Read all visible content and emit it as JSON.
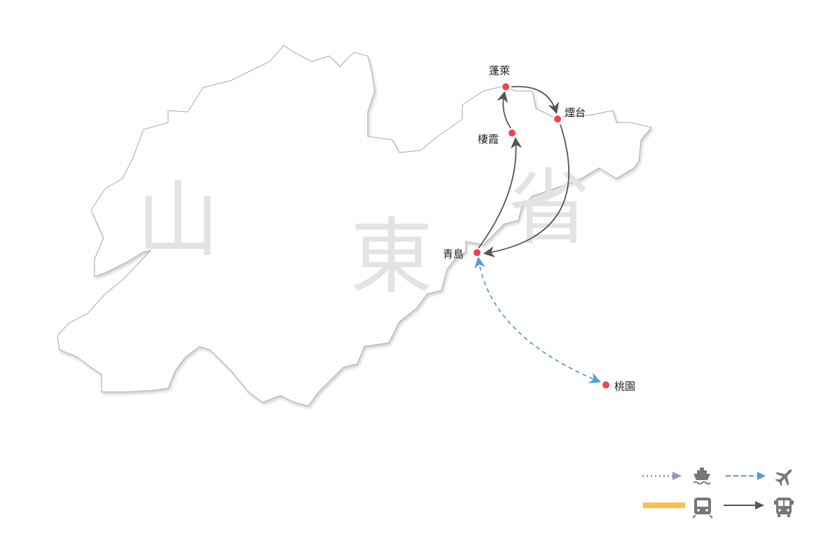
{
  "map": {
    "region_chars": [
      "山",
      "東",
      "省"
    ],
    "cities": [
      {
        "name": "蓬萊"
      },
      {
        "name": "煙台"
      },
      {
        "name": "棲霞"
      },
      {
        "name": "青島"
      },
      {
        "name": "桃園"
      }
    ],
    "routes": [
      {
        "from": "青島",
        "to": "棲霞",
        "mode": "bus"
      },
      {
        "from": "棲霞",
        "to": "蓬萊",
        "mode": "bus"
      },
      {
        "from": "蓬萊",
        "to": "煙台",
        "mode": "bus"
      },
      {
        "from": "煙台",
        "to": "青島",
        "mode": "bus"
      },
      {
        "from": "桃園",
        "to": "青島",
        "mode": "flight",
        "bidirectional": true
      }
    ]
  },
  "legend": [
    {
      "mode": "ship",
      "icon": "ship-icon",
      "line": "dotted",
      "color": "#9b8fc9"
    },
    {
      "mode": "flight",
      "icon": "airplane-icon",
      "line": "dashed",
      "color": "#5b9bd5"
    },
    {
      "mode": "train",
      "icon": "train-icon",
      "line": "solid-thick",
      "color": "#fcc04a"
    },
    {
      "mode": "bus",
      "icon": "bus-icon",
      "line": "solid-arrow",
      "color": "#555555"
    }
  ],
  "colors": {
    "city_dot": "#f0434f",
    "outline": "#b0b0b0",
    "region_text": "#e3e3e3"
  }
}
